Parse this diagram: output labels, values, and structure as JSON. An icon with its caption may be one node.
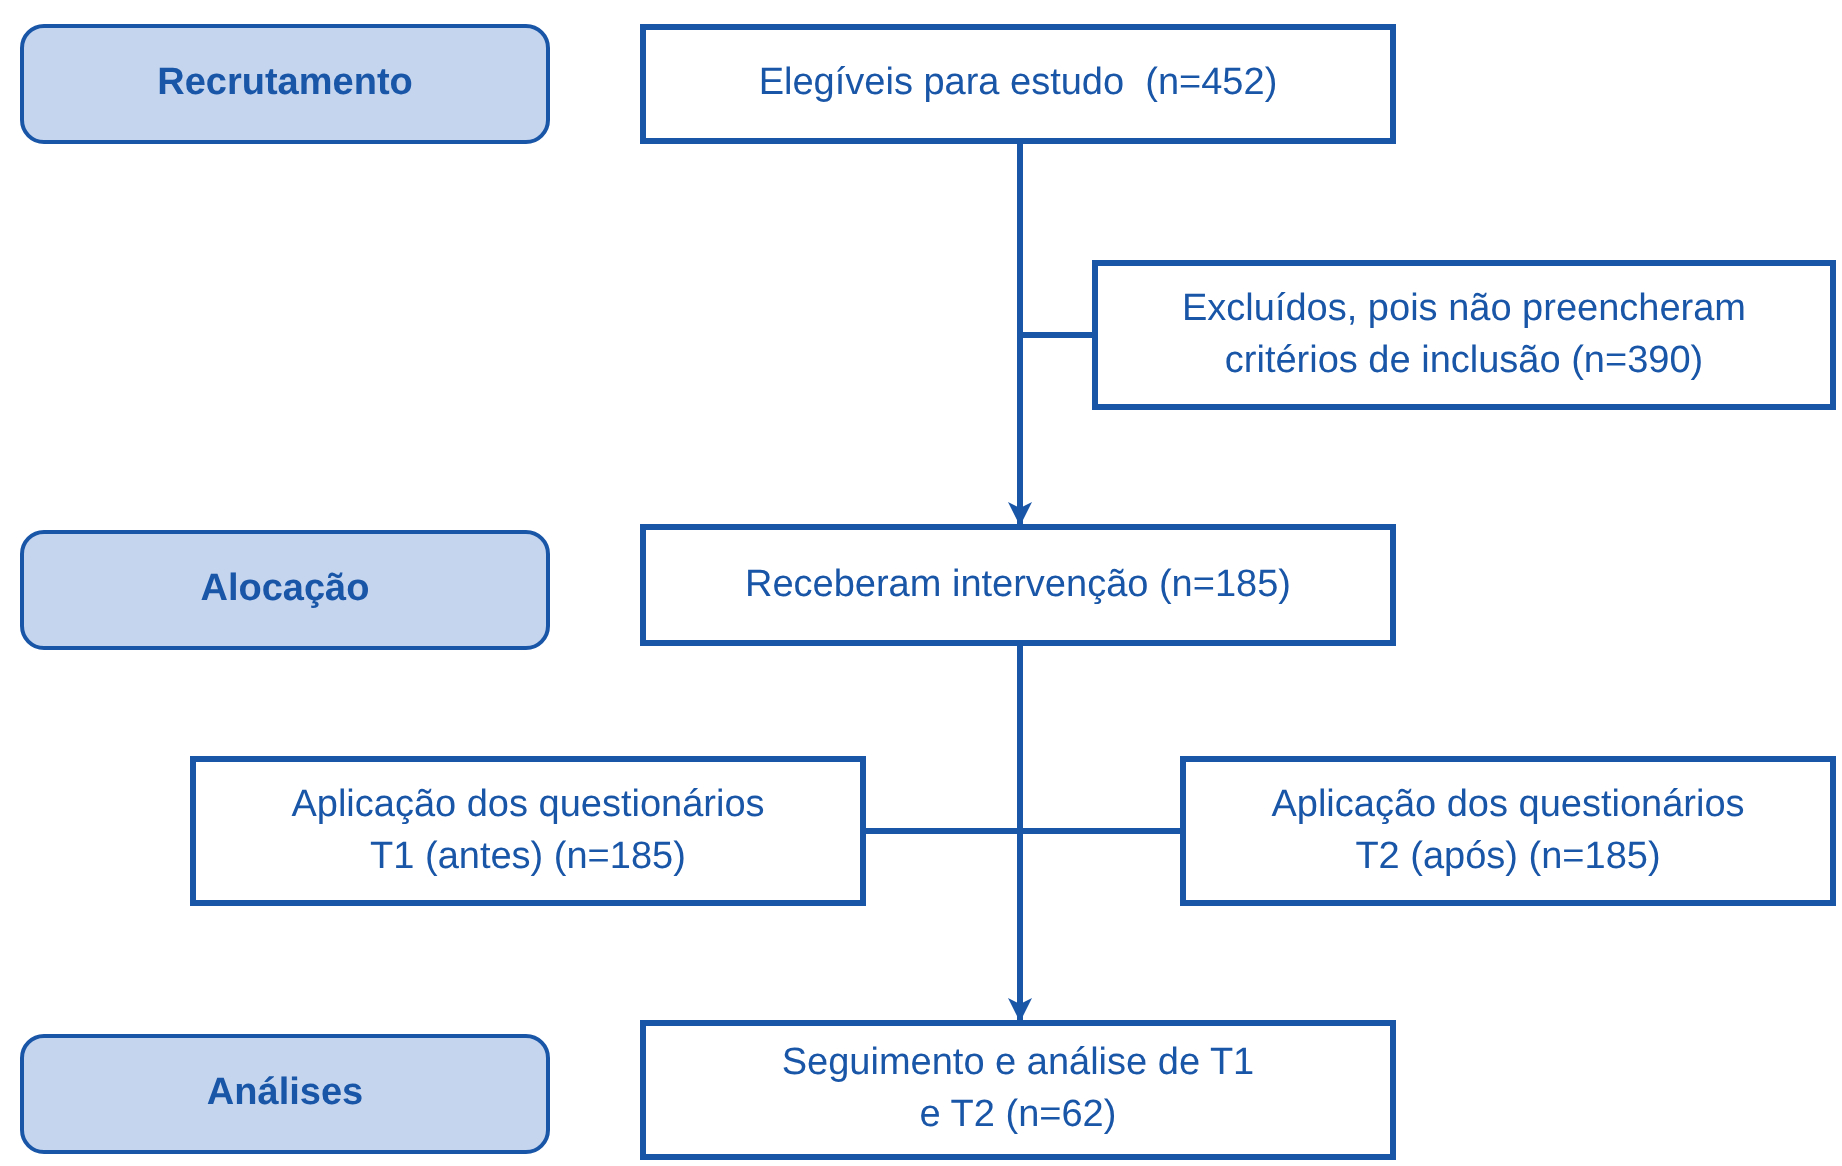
{
  "diagram": {
    "nodes": [
      {
        "text": [
          "Recrutamento"
        ]
      },
      {
        "text": [
          "Elegíveis para estudo  (n=452)"
        ]
      },
      {
        "text": [
          "Excluídos, pois não preencheram critérios de inclusão (n=390)"
        ]
      },
      {
        "text": [
          "Alocação"
        ]
      },
      {
        "text": [
          "Receberam intervenção (n=185)"
        ]
      },
      {
        "text": [
          "Aplicação dos questionários T1 (antes) (n=185)"
        ]
      },
      {
        "text": [
          "Aplicação dos questionários T2 (após) (n=185)"
        ]
      },
      {
        "text": [
          "Análises"
        ]
      },
      {
        "text": [
          "Seguimento e análise de T1 e T2 (n=62)"
        ]
      }
    ],
    "edges": [
      {
        "from": 1,
        "to": 4,
        "arrow": "to"
      },
      {
        "from": 1,
        "to": 2,
        "arrow": "none"
      },
      {
        "from": 4,
        "to": 8,
        "arrow": "to"
      },
      {
        "from": 5,
        "to": 6,
        "arrow": "none"
      }
    ]
  }
}
